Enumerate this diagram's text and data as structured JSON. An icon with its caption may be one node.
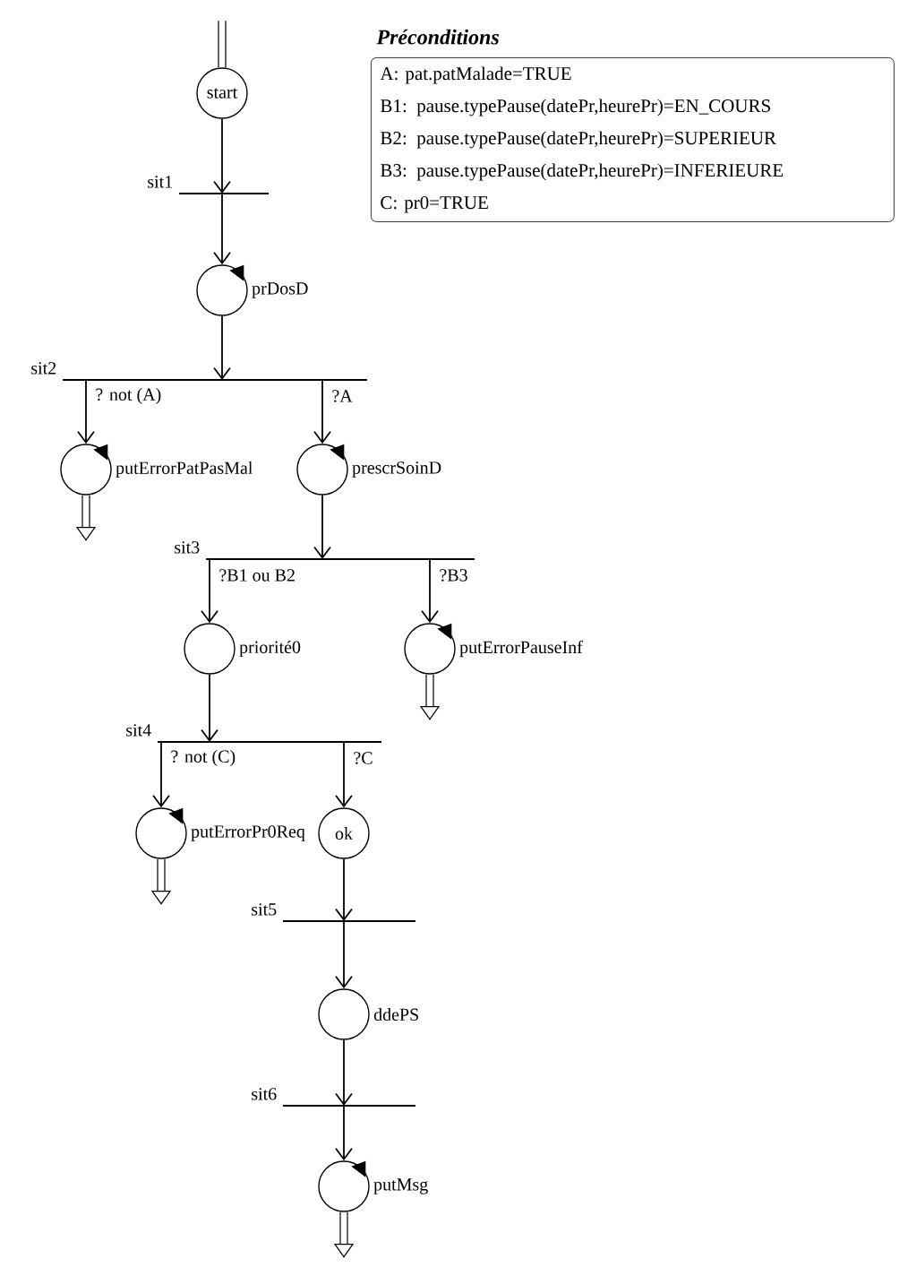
{
  "diagram": {
    "nodes": [
      {
        "text": [
          "start"
        ]
      },
      {
        "text": [
          "sit1"
        ]
      },
      {
        "text": [
          "prDosD"
        ]
      },
      {
        "text": [
          "sit2"
        ]
      },
      {
        "text": [
          "putErrorPatPasMal"
        ]
      },
      {
        "text": [
          "prescrSoinD"
        ]
      },
      {
        "text": [
          "sit3"
        ]
      },
      {
        "text": [
          "priorité0"
        ]
      },
      {
        "text": [
          "putErrorPauseInf"
        ]
      },
      {
        "text": [
          "sit4"
        ]
      },
      {
        "text": [
          "putErrorPr0Req"
        ]
      },
      {
        "text": [
          "ok"
        ]
      },
      {
        "text": [
          "sit5"
        ]
      },
      {
        "text": [
          "ddePS"
        ]
      },
      {
        "text": [
          "sit6"
        ]
      },
      {
        "text": [
          "putMsg"
        ]
      },
      {
        "text": [
          "Préconditions",
          "A: pat.patMalade=TRUE",
          "B1: pause.typePause(datePr,heurePr)=EN_COURS",
          "B2: pause.typePause(datePr,heurePr)=SUPERIEUR",
          "B3: pause.typePause(datePr,heurePr)=INFERIEURE",
          "C: pr0=TRUE"
        ]
      }
    ],
    "edges": [
      {
        "from": null,
        "to": 0,
        "arrow": "none"
      },
      {
        "from": 0,
        "to": 1,
        "arrow": "to"
      },
      {
        "from": 1,
        "to": 2,
        "arrow": "to"
      },
      {
        "from": 2,
        "to": 3,
        "arrow": "to"
      },
      {
        "from": 3,
        "to": 4,
        "arrow": "to",
        "label": "? not (A)"
      },
      {
        "from": 3,
        "to": 5,
        "arrow": "to",
        "label": "?A"
      },
      {
        "from": 4,
        "to": null,
        "arrow": "to"
      },
      {
        "from": 5,
        "to": 6,
        "arrow": "to"
      },
      {
        "from": 6,
        "to": 7,
        "arrow": "to",
        "label": "?B1 ou B2"
      },
      {
        "from": 6,
        "to": 8,
        "arrow": "to",
        "label": "?B3"
      },
      {
        "from": 8,
        "to": null,
        "arrow": "to"
      },
      {
        "from": 7,
        "to": 9,
        "arrow": "to"
      },
      {
        "from": 9,
        "to": 10,
        "arrow": "to",
        "label": "? not (C)"
      },
      {
        "from": 9,
        "to": 11,
        "arrow": "to",
        "label": "?C"
      },
      {
        "from": 10,
        "to": null,
        "arrow": "to"
      },
      {
        "from": 11,
        "to": 12,
        "arrow": "to"
      },
      {
        "from": 12,
        "to": 13,
        "arrow": "to"
      },
      {
        "from": 13,
        "to": 14,
        "arrow": "to"
      },
      {
        "from": 14,
        "to": 15,
        "arrow": "to"
      },
      {
        "from": 15,
        "to": null,
        "arrow": "to"
      }
    ]
  }
}
